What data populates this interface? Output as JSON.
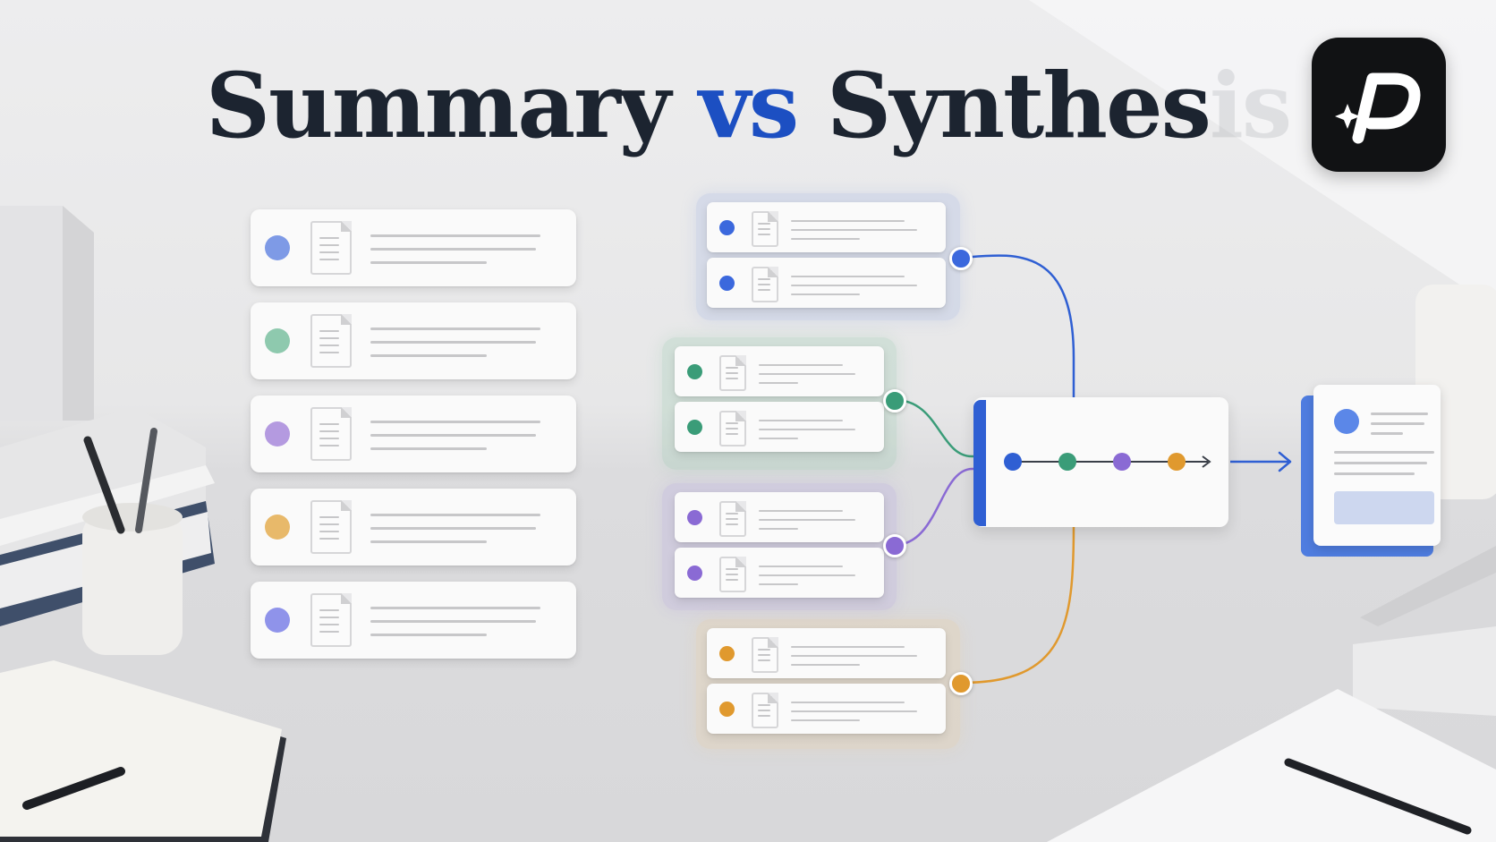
{
  "title": {
    "part1": "Summary",
    "vs": "vs",
    "part2": "Synthes",
    "part2_faded": "is"
  },
  "logo": {
    "icon": "sparkle-p-logo-icon",
    "background": "#111214"
  },
  "colors": {
    "blue": "#2f5fd3",
    "green": "#3a9c78",
    "purple": "#8a6ad4",
    "orange": "#e0992e",
    "title_dark": "#1c2430",
    "title_accent": "#1c4fc2"
  },
  "summary_list": {
    "items": [
      {
        "color": "#7e9ae6",
        "icon": "document-icon"
      },
      {
        "color": "#8ec9ae",
        "icon": "document-icon"
      },
      {
        "color": "#b49ae0",
        "icon": "document-icon"
      },
      {
        "color": "#e8b96a",
        "icon": "document-icon"
      },
      {
        "color": "#8f93ea",
        "icon": "document-icon"
      }
    ]
  },
  "synthesis_groups": [
    {
      "color": "#3b68dd",
      "tint": "rgba(120,150,220,0.18)",
      "cards": 2
    },
    {
      "color": "#3a9c78",
      "tint": "rgba(120,190,150,0.20)",
      "cards": 2
    },
    {
      "color": "#8a6ad4",
      "tint": "rgba(170,150,225,0.22)",
      "cards": 2
    },
    {
      "color": "#e0992e",
      "tint": "rgba(235,200,140,0.22)",
      "cards": 2
    }
  ],
  "synthesis_node": {
    "steps": [
      "#2f5fd3",
      "#3a9c78",
      "#8a6ad4",
      "#e0992e"
    ],
    "icon": "arrow-right-icon"
  },
  "output": {
    "icon": "output-document-icon"
  }
}
